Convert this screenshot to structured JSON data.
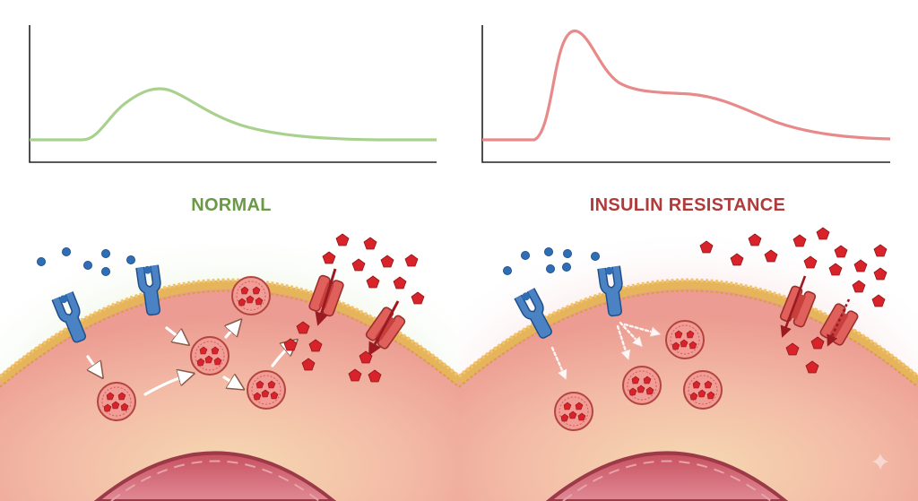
{
  "panels": {
    "left": {
      "title": "NORMAL",
      "color": "#6a9a46",
      "curve_color": "#a9d18e"
    },
    "right": {
      "title": "INSULIN RESISTANCE",
      "color": "#b13a3a",
      "curve_color": "#e8898a"
    }
  },
  "colors": {
    "insulin": "#2f6db5",
    "receptor": "#4a82c3",
    "glucose": "#d8232a",
    "glut4": "#e0605c",
    "membrane": "#e5b45b",
    "cytoplasm": "#f3b2a5",
    "nucleus": "#d86a78"
  },
  "icons": [
    "insulin-molecule",
    "insulin-receptor",
    "glucose-molecule",
    "glut4-transporter",
    "glut4-vesicle",
    "transport-arrow",
    "nucleus",
    "sparkle-icon"
  ]
}
